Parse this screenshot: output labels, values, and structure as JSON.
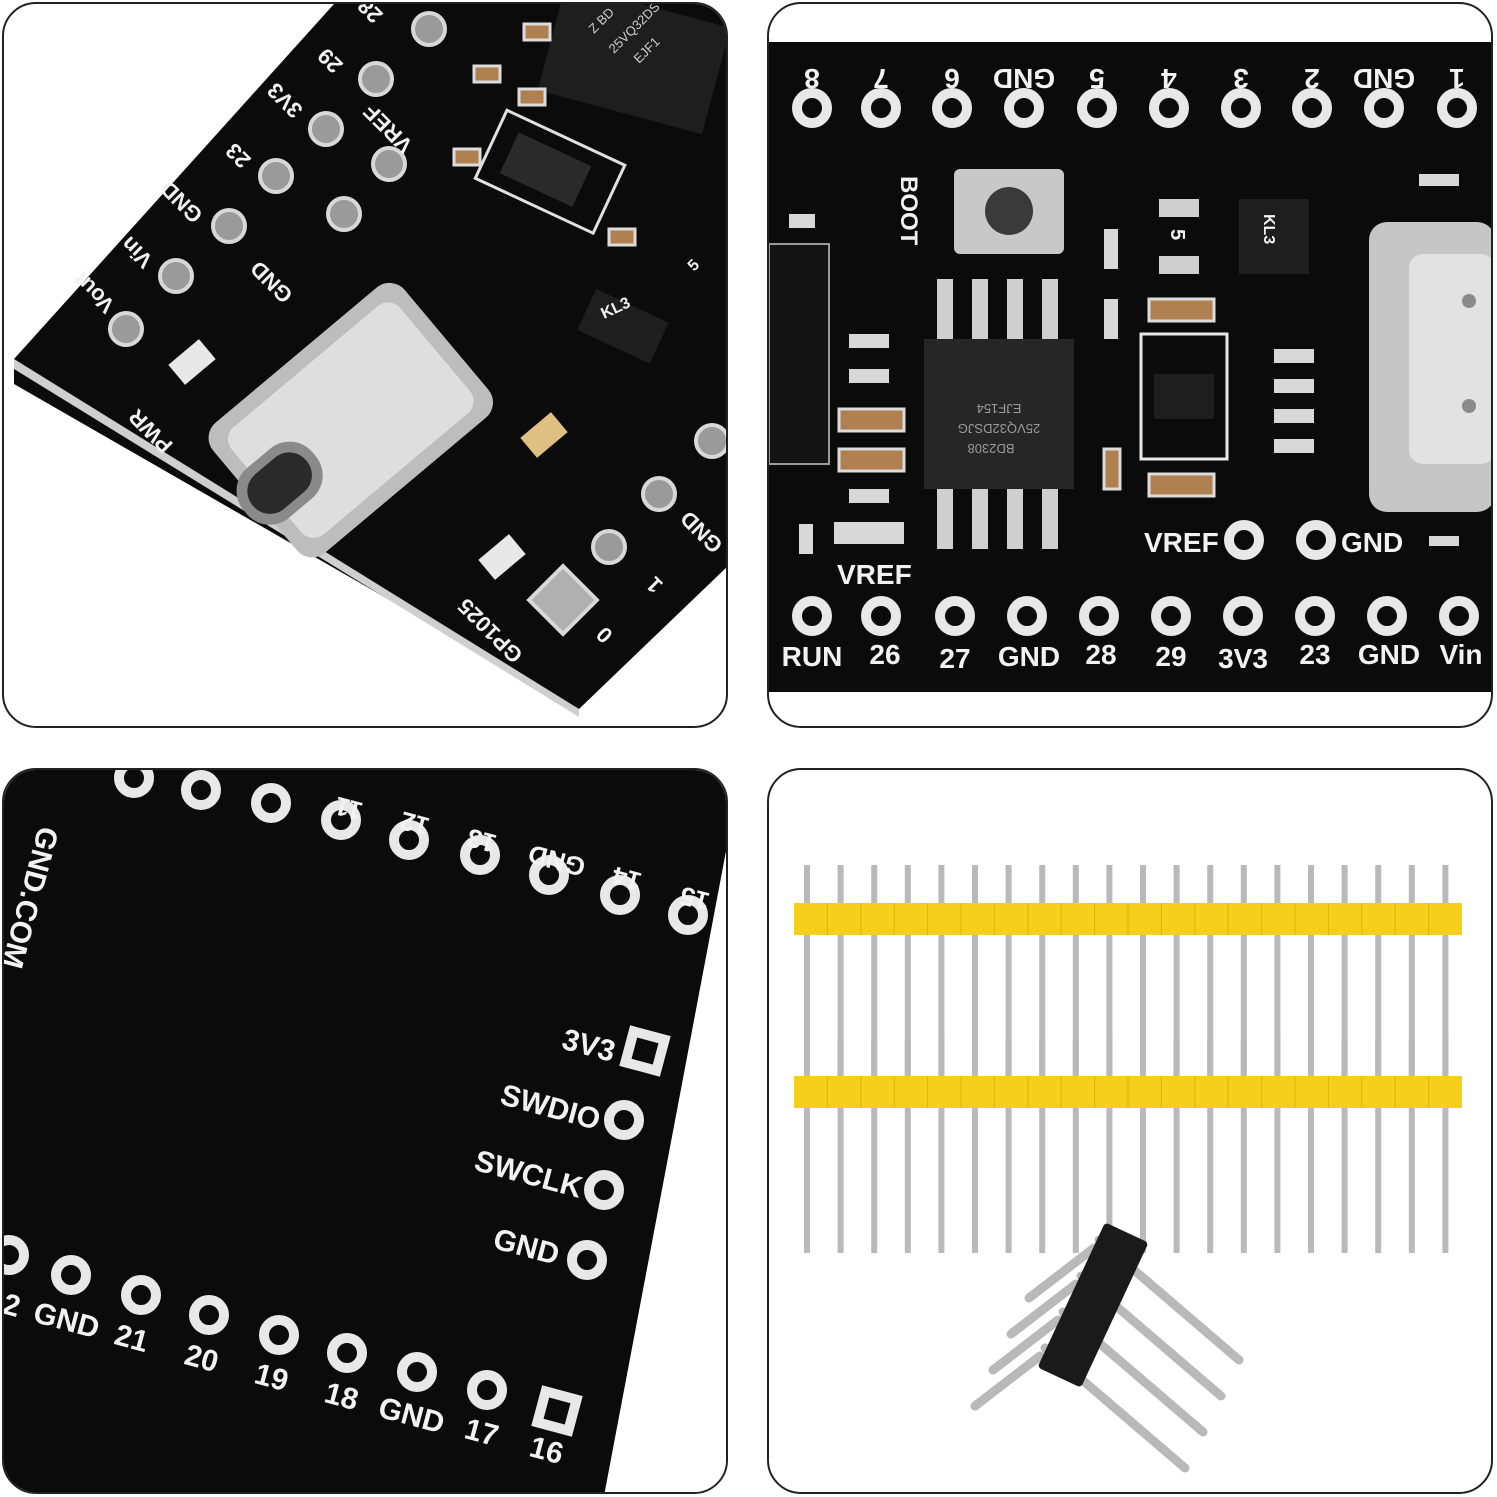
{
  "panel_top_left": {
    "pin_labels": [
      "28",
      "29",
      "3V3",
      "23",
      "GND",
      "Vin",
      "Vout"
    ],
    "silk_labels": [
      "VREF",
      "GND",
      "PWR",
      "GP1025",
      "GND",
      "1",
      "0"
    ],
    "chip_text": [
      "Z  BD",
      "25VQ32DS",
      "EJF1"
    ],
    "regulator_text": "KL3",
    "resistor_text": "5"
  },
  "panel_top_right": {
    "top_pins": [
      "8",
      "7",
      "6",
      "GND",
      "5",
      "4",
      "3",
      "2",
      "GND",
      "1"
    ],
    "bottom_pins": [
      "RUN",
      "26",
      "27",
      "GND",
      "28",
      "29",
      "3V3",
      "23",
      "GND",
      "Vin"
    ],
    "button_label": "BOOT",
    "mid_labels": [
      "VREF",
      "GND"
    ],
    "vref_label": "VREF",
    "chip_text": [
      "BD2308",
      "25VQ32DSJG",
      "EJF154"
    ],
    "regulator_text": "KL3",
    "resistor_text": "5"
  },
  "panel_bottom_left": {
    "top_pins": [
      "11",
      "12",
      "13",
      "GND",
      "14",
      "15"
    ],
    "url_text": "GND.COM",
    "swd_labels": [
      "3V3",
      "SWDIO",
      "SWCLK",
      "GND"
    ],
    "bottom_pins": [
      "2",
      "GND",
      "21",
      "20",
      "19",
      "18",
      "GND",
      "17",
      "16"
    ]
  },
  "panel_bottom_right": {
    "header_pin_count": 20,
    "angled_header_pins": 4,
    "colors": {
      "header_body": "#f5cf1c",
      "pin": "#b9b9b9",
      "angled_body": "#1a1a1a"
    }
  }
}
